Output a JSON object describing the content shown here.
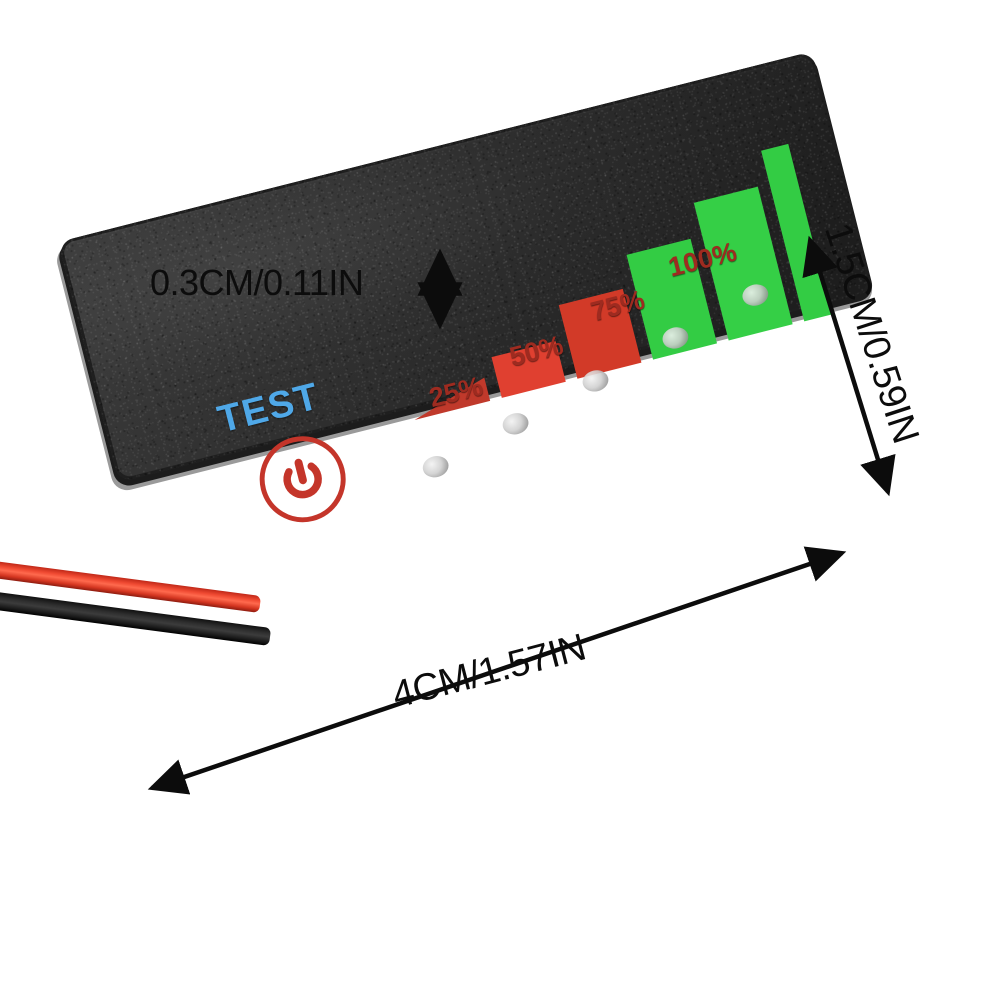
{
  "scene": {
    "background_color": "#FFFFFF",
    "subject": "battery-capacity-indicator-module"
  },
  "device": {
    "body_color": "#2B2B2B",
    "edge_color": "#9A9A9A",
    "test_label": "TEST",
    "test_label_color": "#4FA8E8",
    "power_icon": "power-button-icon",
    "power_icon_color": "#C4352A",
    "scale_labels": [
      "25%",
      "50%",
      "75%",
      "100%"
    ],
    "scale_label_color": "#9E2B20",
    "bar_colors": {
      "low": "#D23A28",
      "high": "#33CC44"
    },
    "bars": [
      {
        "level": "wedge",
        "color": "#C0392B",
        "height_pct": 8
      },
      {
        "level": 1,
        "color": "#E04030",
        "height_pct": 26
      },
      {
        "level": 2,
        "color": "#D23A28",
        "height_pct": 44
      },
      {
        "level": 3,
        "color": "#33CC44",
        "height_pct": 62
      },
      {
        "level": 4,
        "color": "#35CF46",
        "height_pct": 80
      },
      {
        "level": 5,
        "color": "#33CC44",
        "height_pct": 100
      }
    ],
    "led_count": 5,
    "led_color": "#D8D8D8",
    "wires": [
      {
        "name": "positive-wire",
        "color": "#E8432C"
      },
      {
        "name": "negative-wire",
        "color": "#1A1A1A"
      }
    ]
  },
  "dimensions": {
    "thickness": "0.3CM/0.11IN",
    "width": "4CM/1.57IN",
    "height": "1.5CM/0.59IN",
    "arrow_color": "#0C0C0C"
  }
}
